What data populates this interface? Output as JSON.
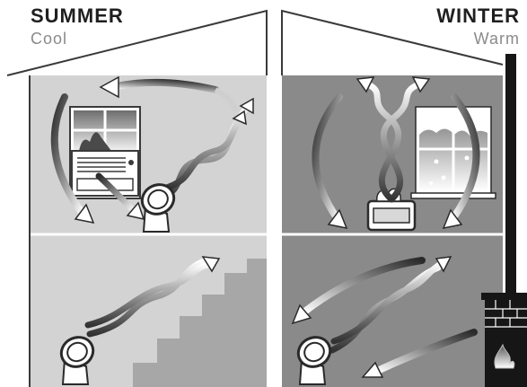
{
  "summer": {
    "title": "SUMMER",
    "subtitle": "Cool"
  },
  "winter": {
    "title": "WINTER",
    "subtitle": "Warm"
  },
  "colors": {
    "summer_wall": "#d3d3d3",
    "winter_wall": "#8a8a8a",
    "outline": "#3a3a3a",
    "ink": "#1f1f1f",
    "subtitle": "#8a8a8a",
    "stairs": "#a7a7a7",
    "brick": "#161616",
    "fire": "#c8c8c8"
  }
}
